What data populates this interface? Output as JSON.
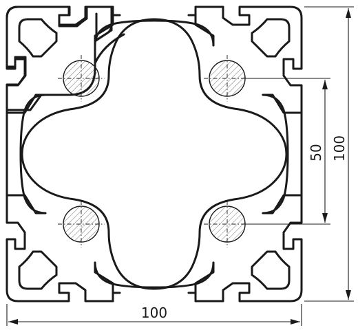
{
  "dimensions": {
    "bottom_width": "100",
    "right_height": "100",
    "right_inner": "50"
  },
  "colors": {
    "line": "#1a1a1a",
    "background": "#ffffff"
  }
}
